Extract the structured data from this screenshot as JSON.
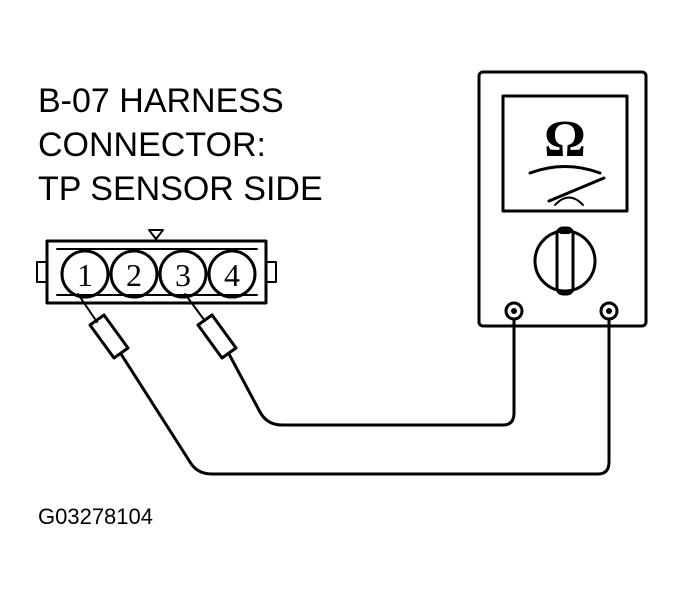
{
  "title": {
    "line1": "B-07 HARNESS",
    "line2": "CONNECTOR:",
    "line3": "TP SENSOR SIDE"
  },
  "connector": {
    "pins": [
      "1",
      "2",
      "3",
      "4"
    ],
    "probed_pins": [
      "1",
      "3"
    ]
  },
  "meter": {
    "symbol": "Ω"
  },
  "figure_id": "G03278104"
}
